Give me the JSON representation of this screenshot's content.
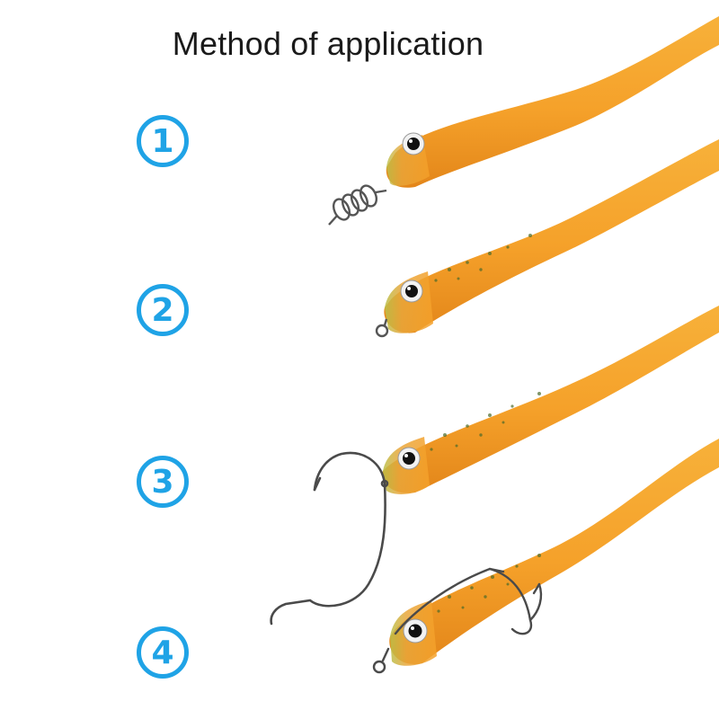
{
  "title": "Method of application",
  "steps": [
    "1",
    "2",
    "3",
    "4"
  ],
  "colors": {
    "lure_body": "#f5a12a",
    "lure_shadow": "#e07f12",
    "lure_back": "#8e9a3a",
    "step_circle": "#1fa3e6",
    "hook_metal": "#4a4a4a"
  },
  "icons": [
    "corkscrew-spring-icon",
    "treble-ring-icon",
    "offset-hook-icon",
    "rigged-hook-icon"
  ]
}
